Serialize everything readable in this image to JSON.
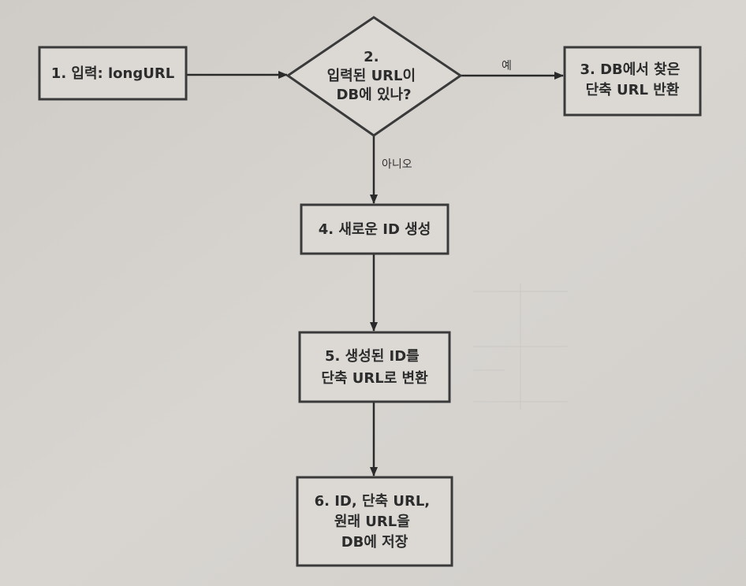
{
  "diagram": {
    "type": "flowchart",
    "nodes": {
      "n1": {
        "lines": [
          "1. 입력: longURL"
        ]
      },
      "n2": {
        "lines": [
          "2.",
          "입력된 URL이",
          "DB에 있나?"
        ]
      },
      "n3": {
        "lines": [
          "3. DB에서 찾은",
          "단축 URL 반환"
        ]
      },
      "n4": {
        "lines": [
          "4. 새로운 ID 생성"
        ]
      },
      "n5": {
        "lines": [
          "5. 생성된 ID를",
          "단축 URL로 변환"
        ]
      },
      "n6": {
        "lines": [
          "6. ID, 단축 URL,",
          "원래 URL을",
          "DB에 저장"
        ]
      }
    },
    "edges": {
      "yes_label": "예",
      "no_label": "아니오"
    }
  },
  "colors": {
    "background": "#d6d3cf",
    "box_fill": "#dcd9d5",
    "stroke": "#3a3a3a",
    "text": "#2c2c2c"
  }
}
